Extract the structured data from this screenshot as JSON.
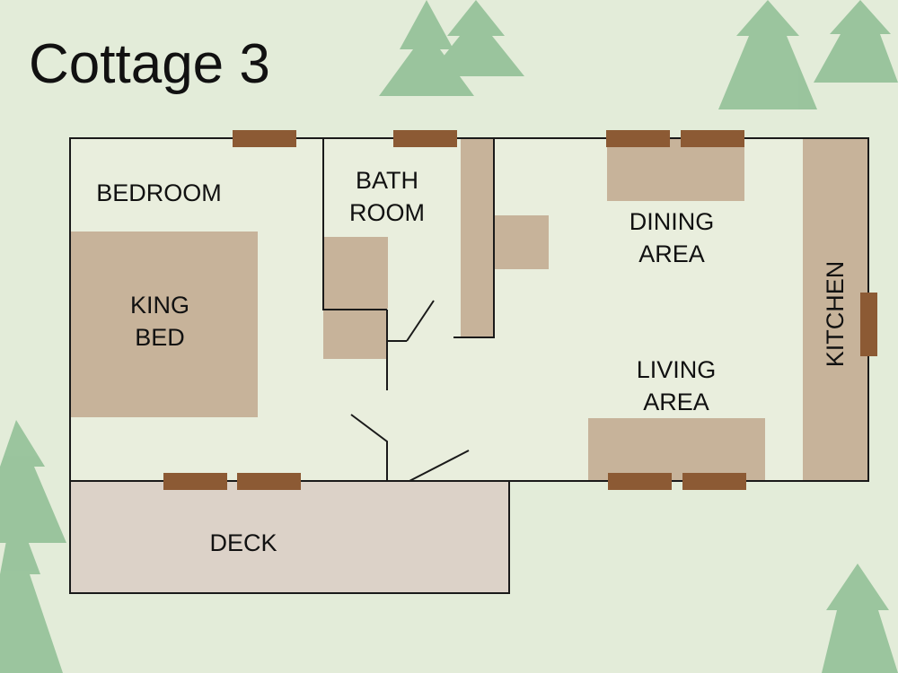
{
  "title": "Cottage 3",
  "labels": {
    "bedroom": "BEDROOM",
    "bathroom_line1": "BATH",
    "bathroom_line2": "ROOM",
    "king_bed_line1": "KING",
    "king_bed_line2": "BED",
    "dining_line1": "DINING",
    "dining_line2": "AREA",
    "living_line1": "LIVING",
    "living_line2": "AREA",
    "kitchen": "KITCHEN",
    "deck": "DECK"
  },
  "colors": {
    "background": "#e3ecd9",
    "floor": "#e9eedd",
    "wall": "#1a1a1a",
    "furniture": "#c7b39a",
    "window": "#8c5a34",
    "deck": "#dcd2c8",
    "tree": "#8ebe93"
  }
}
